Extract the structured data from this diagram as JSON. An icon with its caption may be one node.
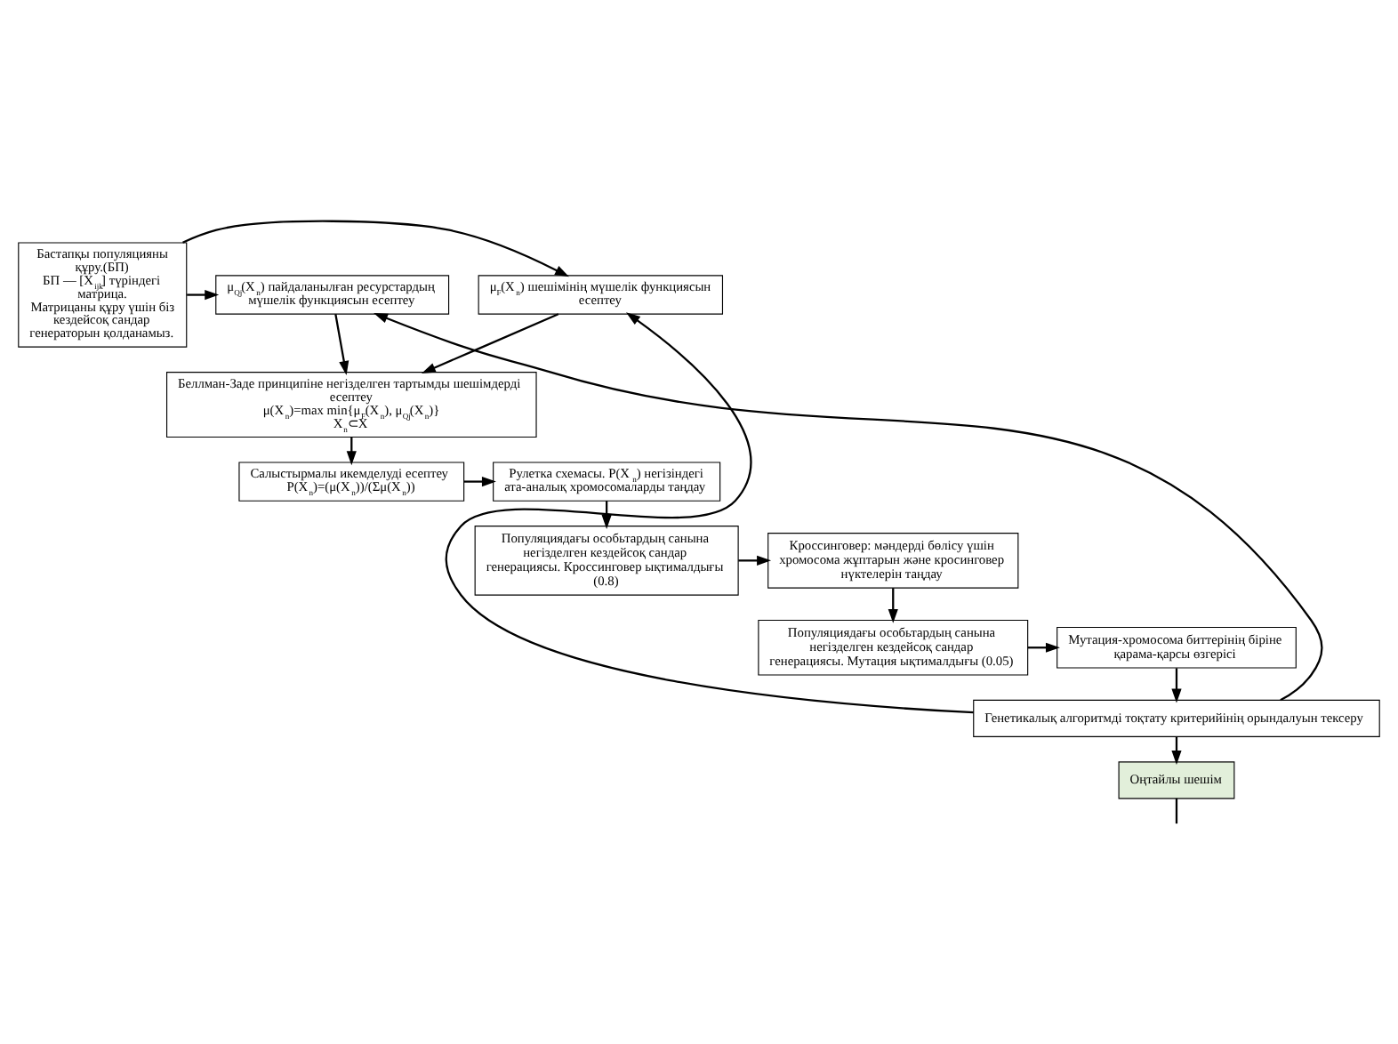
{
  "diagram": {
    "nodes": [
      {
        "text": [
          "Бастапқы популяцияны құру.(БП)",
          "БП — [X$_{ijk}$] түріндегі матрица.",
          "Матрицаны құру үшін біз кездейсоқ сандар генераторын қолданамыз."
        ]
      },
      {
        "text": [
          "μ$_{F}$(X$_{n}$) шешімінің мүшелік функциясын есептеу"
        ]
      },
      {
        "text": [
          "μ$_{Qj}$(X$_{n}$) пайдаланылған ресурстардың мүшелік функциясын есептеу"
        ]
      },
      {
        "text": [
          "Беллман-Заде принципіне негізделген тартымды шешімдерді есептеу",
          "μ(X$_{n}$)=max min{μ$_{F}$(X$_{n}$), μ$_{Qj}$(X$_{n}$)}",
          "X$_{n}$⊂X"
        ]
      },
      {
        "text": [
          "Салыстырмалы икемделуді есептеу",
          "P(X$_{n}$)=(μ(X$_{n}$))/(Σμ(X$_{n}$))"
        ]
      },
      {
        "text": [
          "Рулетка схемасы. P(X$_{n}$) негізіндегі ата-аналық хромосомаларды таңдау"
        ]
      },
      {
        "text": [
          "Популяциядағы особьтардың санына негізделген кездейсоқ сандар генерациясы. Кроссинговер ықтималдығы (0.8)"
        ]
      },
      {
        "text": [
          "Кроссинговер: мәндерді бөлісу үшін хромосома жұптарын және кросинговер нүктелерін таңдау"
        ]
      },
      {
        "text": [
          "Популяциядағы особьтардың санына негізделген кездейсоқ сандар генерациясы. Мутация ықтималдығы (0.05)"
        ]
      },
      {
        "text": [
          "Мутация-хромосома биттерінің біріне қарама-қарсы өзгерісі"
        ]
      },
      {
        "text": [
          "Генетикалық алгоритмді тоқтату критерийінің орындалуын тексеру"
        ]
      },
      {
        "text": [
          "Оңтайлы шешім"
        ]
      }
    ],
    "edges": [
      {
        "from": 0,
        "to": 1,
        "arrow": "to"
      },
      {
        "from": 0,
        "to": 2,
        "arrow": "to"
      },
      {
        "from": 1,
        "to": 3,
        "arrow": "to"
      },
      {
        "from": 2,
        "to": 3,
        "arrow": "to"
      },
      {
        "from": 3,
        "to": 4,
        "arrow": "to"
      },
      {
        "from": 4,
        "to": 5,
        "arrow": "to"
      },
      {
        "from": 5,
        "to": 6,
        "arrow": "to"
      },
      {
        "from": 6,
        "to": 7,
        "arrow": "to"
      },
      {
        "from": 7,
        "to": 8,
        "arrow": "to"
      },
      {
        "from": 8,
        "to": 9,
        "arrow": "to"
      },
      {
        "from": 9,
        "to": 10,
        "arrow": "to"
      },
      {
        "from": 10,
        "to": 11,
        "arrow": "to"
      },
      {
        "from": 10,
        "to": 1,
        "arrow": "to"
      },
      {
        "from": 10,
        "to": 2,
        "arrow": "to"
      },
      {
        "from": 11,
        "to": null,
        "arrow": "none"
      }
    ]
  }
}
